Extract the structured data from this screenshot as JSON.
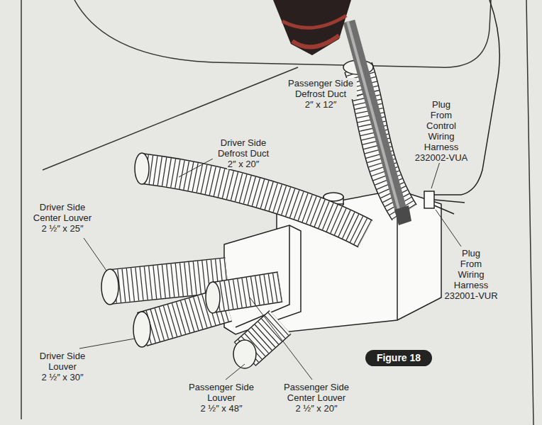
{
  "diagram": {
    "nodes": [
      {
        "text": [
          "Figure 18"
        ]
      }
    ],
    "edges": [],
    "labels": [
      "Passenger Side Defrost Duct",
      "2″ x 12″",
      "Plug From Control Wiring Harness",
      "232002-VUA",
      "Driver Side Defrost Duct",
      "2″ x 20″",
      "Driver Side Center Louver",
      "2 ½″ x 25″",
      "Plug From Wiring Harness",
      "232001-VUR",
      "Driver Side Louver",
      "2 ½″ x 30″",
      "Passenger Side Louver",
      "2 ½″ x 48″",
      "Passenger Side Center Louver",
      "2 ½″ x 20″"
    ]
  }
}
